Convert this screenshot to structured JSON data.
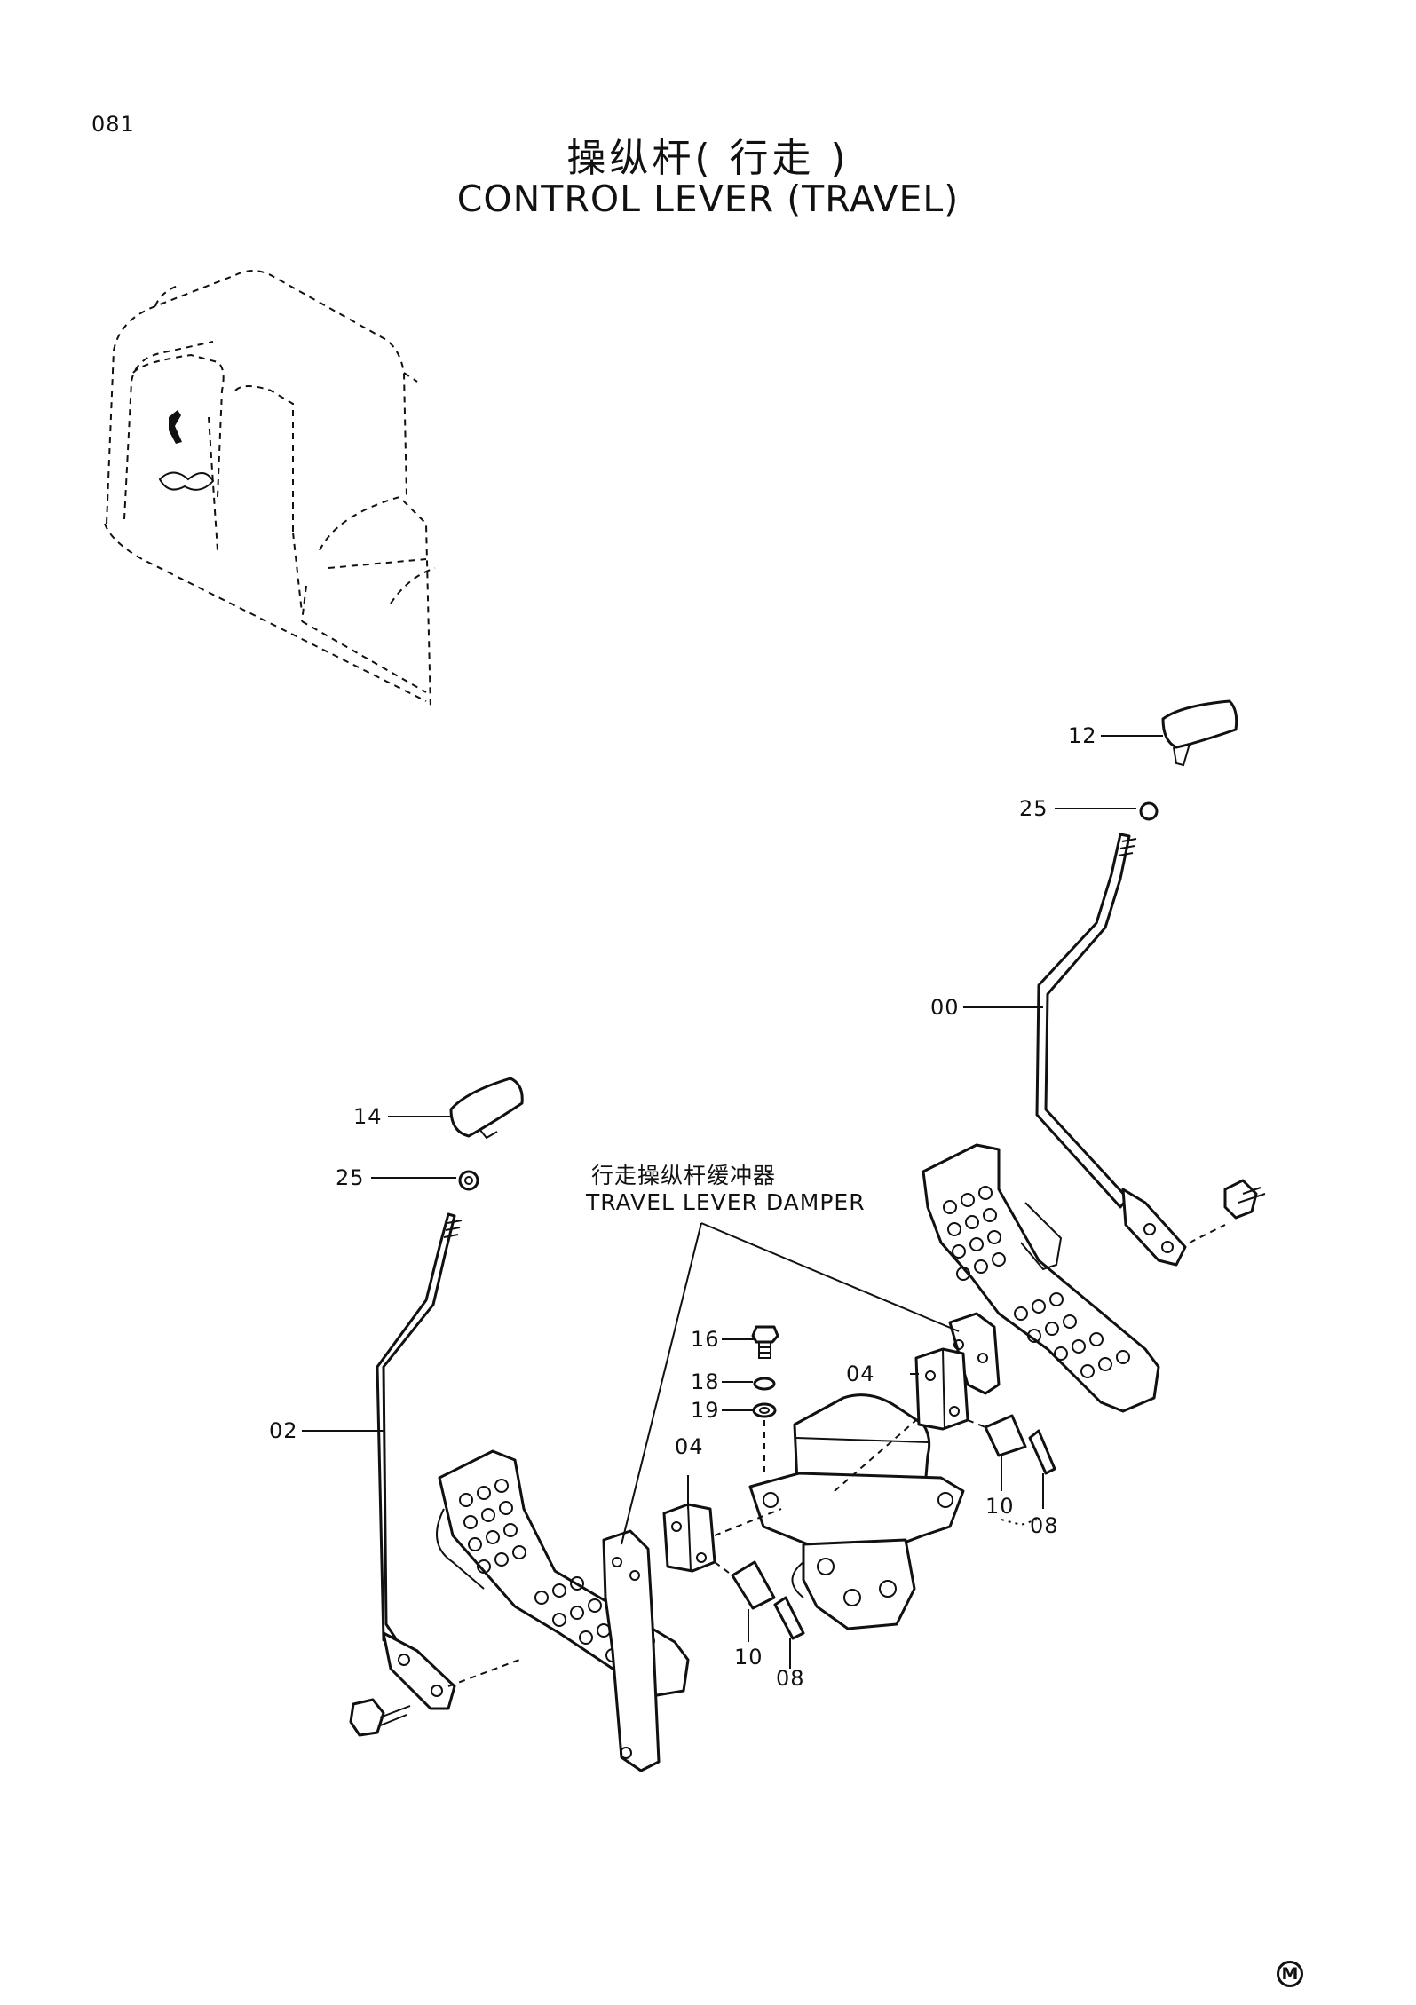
{
  "page": {
    "number": "081",
    "title_cn": "操纵杆( 行走 )",
    "title_en": "CONTROL LEVER (TRAVEL)",
    "corner_mark": "M"
  },
  "damper": {
    "label_cn": "行走操纵杆缓冲器",
    "label_en": "TRAVEL LEVER DAMPER"
  },
  "callouts": [
    {
      "id": "c12",
      "text": "12"
    },
    {
      "id": "c25r",
      "text": "25"
    },
    {
      "id": "c00",
      "text": "00"
    },
    {
      "id": "c14",
      "text": "14"
    },
    {
      "id": "c25l",
      "text": "25"
    },
    {
      "id": "c02",
      "text": "02"
    },
    {
      "id": "c16",
      "text": "16"
    },
    {
      "id": "c18",
      "text": "18"
    },
    {
      "id": "c19",
      "text": "19"
    },
    {
      "id": "c04a",
      "text": "04"
    },
    {
      "id": "c04b",
      "text": "04"
    },
    {
      "id": "c10a",
      "text": "10"
    },
    {
      "id": "c08a",
      "text": "08"
    },
    {
      "id": "c10b",
      "text": "10"
    },
    {
      "id": "c08b",
      "text": "08"
    }
  ]
}
